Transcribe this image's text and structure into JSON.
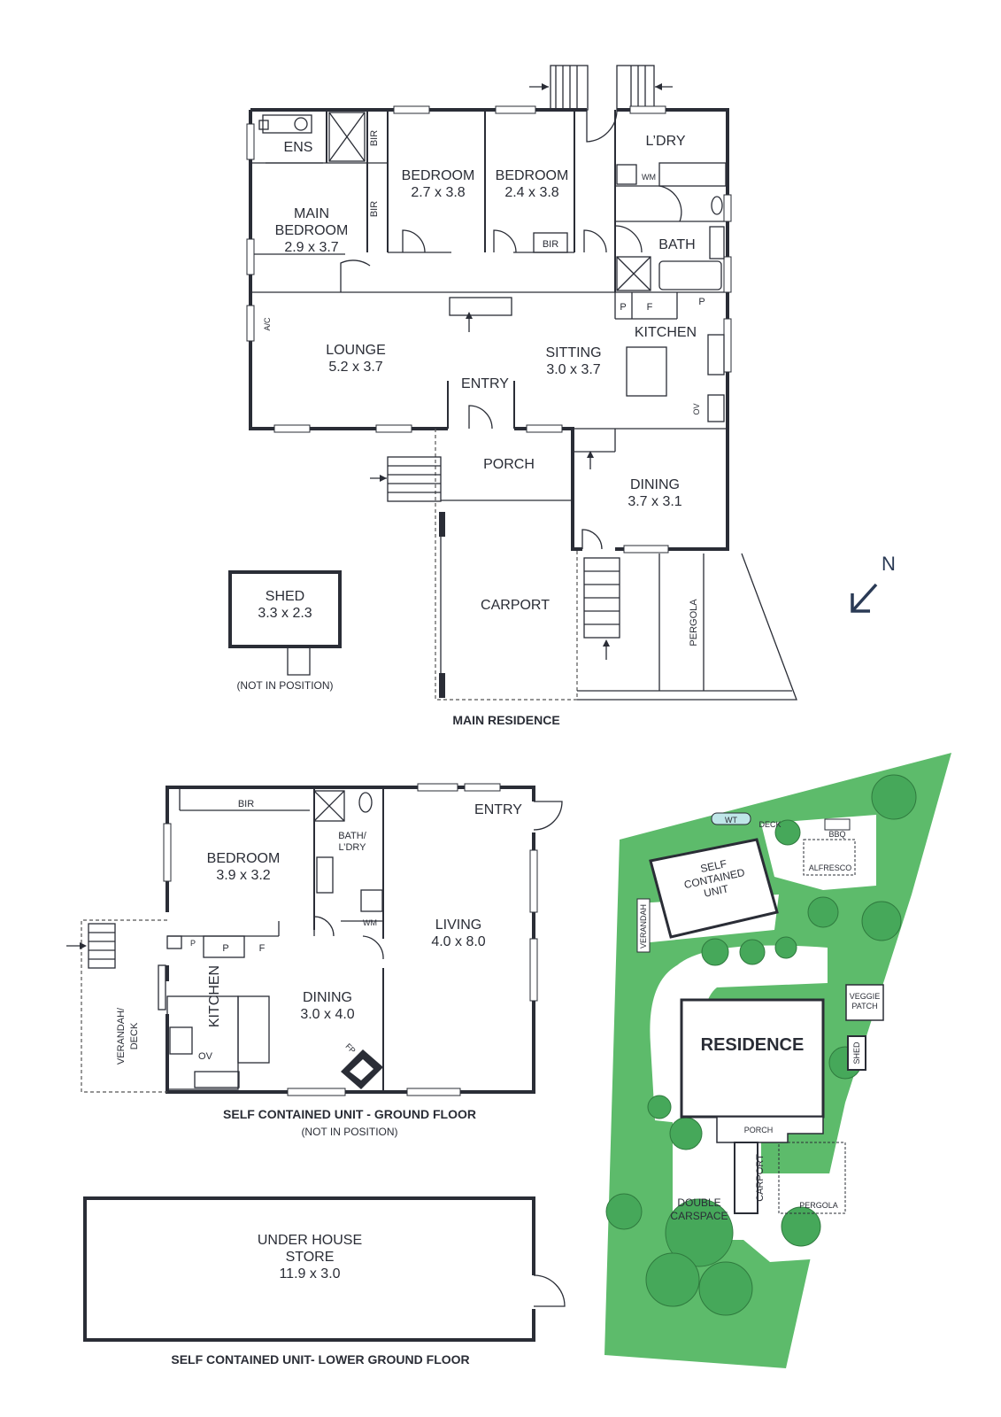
{
  "main_residence": {
    "caption": "MAIN RESIDENCE",
    "rooms": {
      "ens": "ENS",
      "bir_1": "BIR",
      "bir_2": "BIR",
      "bir_3": "BIR",
      "bedroom_a": {
        "name": "BEDROOM",
        "size": "2.7 x 3.8"
      },
      "bedroom_b": {
        "name": "BEDROOM",
        "size": "2.4 x 3.8"
      },
      "main_bedroom": {
        "name_1": "MAIN",
        "name_2": "BEDROOM",
        "size": "2.9 x 3.7"
      },
      "ldry": "L’DRY",
      "wm": "WM",
      "bath": "BATH",
      "p1": "P",
      "f": "F",
      "p2": "P",
      "kitchen": "KITCHEN",
      "ac": "A/C",
      "ov": "OV",
      "lounge": {
        "name": "LOUNGE",
        "size": "5.2 x 3.7"
      },
      "sitting": {
        "name": "SITTING",
        "size": "3.0 x 3.7"
      },
      "entry": "ENTRY",
      "porch": "PORCH",
      "dining": {
        "name": "DINING",
        "size": "3.7 x 3.1"
      },
      "carport": "CARPORT",
      "pergola": "PERGOLA"
    },
    "shed": {
      "name": "SHED",
      "size": "3.3 x 2.3",
      "note": "(NOT IN POSITION)"
    },
    "north": "N"
  },
  "unit_ground": {
    "caption": "SELF CONTAINED UNIT - GROUND FLOOR",
    "note": "(NOT IN POSITION)",
    "rooms": {
      "bir": "BIR",
      "bath_1": "BATH/",
      "bath_2": "L’DRY",
      "entry": "ENTRY",
      "bedroom": {
        "name": "BEDROOM",
        "size": "3.9 x 3.2"
      },
      "wm": "WM",
      "living": {
        "name": "LIVING",
        "size": "4.0 x 8.0"
      },
      "lp": "P",
      "p": "P",
      "f": "F",
      "kitchen": "KITCHEN",
      "dining": {
        "name": "DINING",
        "size": "3.0 x 4.0"
      },
      "fp": "FP",
      "ov": "OV",
      "verandah_1": "VERANDAH/",
      "verandah_2": "DECK"
    }
  },
  "unit_lower": {
    "caption": "SELF CONTAINED UNIT- LOWER GROUND FLOOR",
    "store": {
      "name_1": "UNDER HOUSE",
      "name_2": "STORE",
      "size": "11.9 x 3.0"
    }
  },
  "site": {
    "wt": "WT",
    "deck": "DECK",
    "bbq": "BBQ",
    "alfresco": "ALFRESCO",
    "unit_1": "SELF",
    "unit_2": "CONTAINED",
    "unit_3": "UNIT",
    "verandah": "VERANDAH",
    "residence": "RESIDENCE",
    "veggie_1": "VEGGIE",
    "veggie_2": "PATCH",
    "shed": "SHED",
    "porch": "PORCH",
    "carport": "CARPORT",
    "pergola": "PERGOLA",
    "carspace_1": "DOUBLE",
    "carspace_2": "CARSPACE"
  },
  "colors": {
    "line": "#2a2d36",
    "garden": "#5dbb6b",
    "tree": "#46a85a"
  }
}
